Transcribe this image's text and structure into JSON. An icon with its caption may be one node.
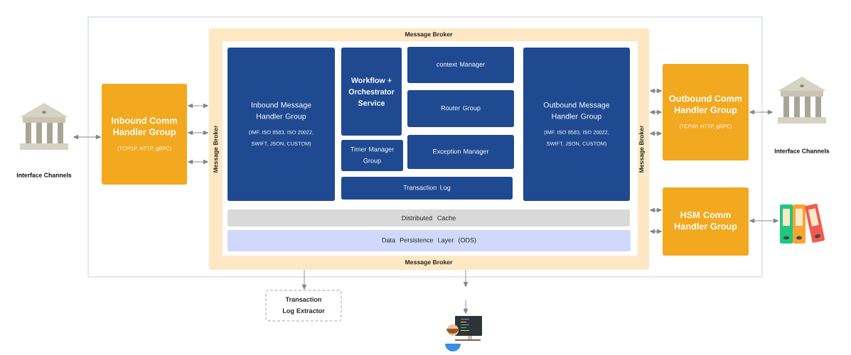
{
  "diagram": {
    "nodes": [
      {
        "text": [
          "Message Broker",
          "Message Broker",
          "Message Broker",
          "Message Broker"
        ]
      },
      {
        "text": [
          "Interface Channels"
        ]
      },
      {
        "text": [
          "Inbound Comm Handler Group",
          "(TCP/1P, HTTP, gRPC)"
        ]
      },
      {
        "text": [
          "Inbound Message Handler Group",
          "(IMF. ISO 8583, ISO 20022, SWIFT, JSON, CUSTOM)"
        ],
        "in": 0
      },
      {
        "text": [
          "Workflow + Orchestrator Service"
        ],
        "in": 0
      },
      {
        "text": [
          "context Manager"
        ],
        "in": 0
      },
      {
        "text": [
          "Router Group"
        ],
        "in": 0
      },
      {
        "text": [
          "Timer Manager Group"
        ],
        "in": 0
      },
      {
        "text": [
          "Exception Manager"
        ],
        "in": 0
      },
      {
        "text": [
          "Transaction Log"
        ],
        "in": 0
      },
      {
        "text": [
          "Outbound Message Handler Group",
          "(IMF. ISO 8583, ISO 20022, SWIFT, JSON, CUSTOM)"
        ],
        "in": 0
      },
      {
        "text": [
          "Distributed Cache"
        ],
        "in": 0
      },
      {
        "text": [
          "Data Persistence Layer (ODS)"
        ],
        "in": 0
      },
      {
        "text": [
          "Outbound Comm Handler Group",
          "(TCP/IP, HTTP, gRPC)"
        ]
      },
      {
        "text": [
          "HSM Comm Handler Group"
        ]
      },
      {
        "text": [
          "Interface Channels"
        ]
      },
      {
        "text": [],
        "shape": "picture"
      },
      {
        "text": [
          "Transaction Log Extractor"
        ]
      },
      {
        "text": [],
        "shape": "picture"
      }
    ],
    "edges": [
      {
        "from": 1,
        "to": 2,
        "arrow": "both"
      },
      {
        "from": 2,
        "to": 0,
        "arrow": "both"
      },
      {
        "from": 2,
        "to": 0,
        "arrow": "both"
      },
      {
        "from": 2,
        "to": 0,
        "arrow": "both"
      },
      {
        "from": 0,
        "to": 13,
        "arrow": "both"
      },
      {
        "from": 0,
        "to": 13,
        "arrow": "both"
      },
      {
        "from": 0,
        "to": 13,
        "arrow": "both"
      },
      {
        "from": 0,
        "to": 14,
        "arrow": "both"
      },
      {
        "from": 0,
        "to": 14,
        "arrow": "both"
      },
      {
        "from": 13,
        "to": 15,
        "arrow": "both"
      },
      {
        "from": 14,
        "to": 16,
        "arrow": "both"
      },
      {
        "from": 0,
        "to": 17,
        "arrow": "to"
      },
      {
        "from": 0,
        "to": null,
        "arrow": "to"
      },
      {
        "from": null,
        "to": 18,
        "arrow": "to"
      }
    ]
  }
}
